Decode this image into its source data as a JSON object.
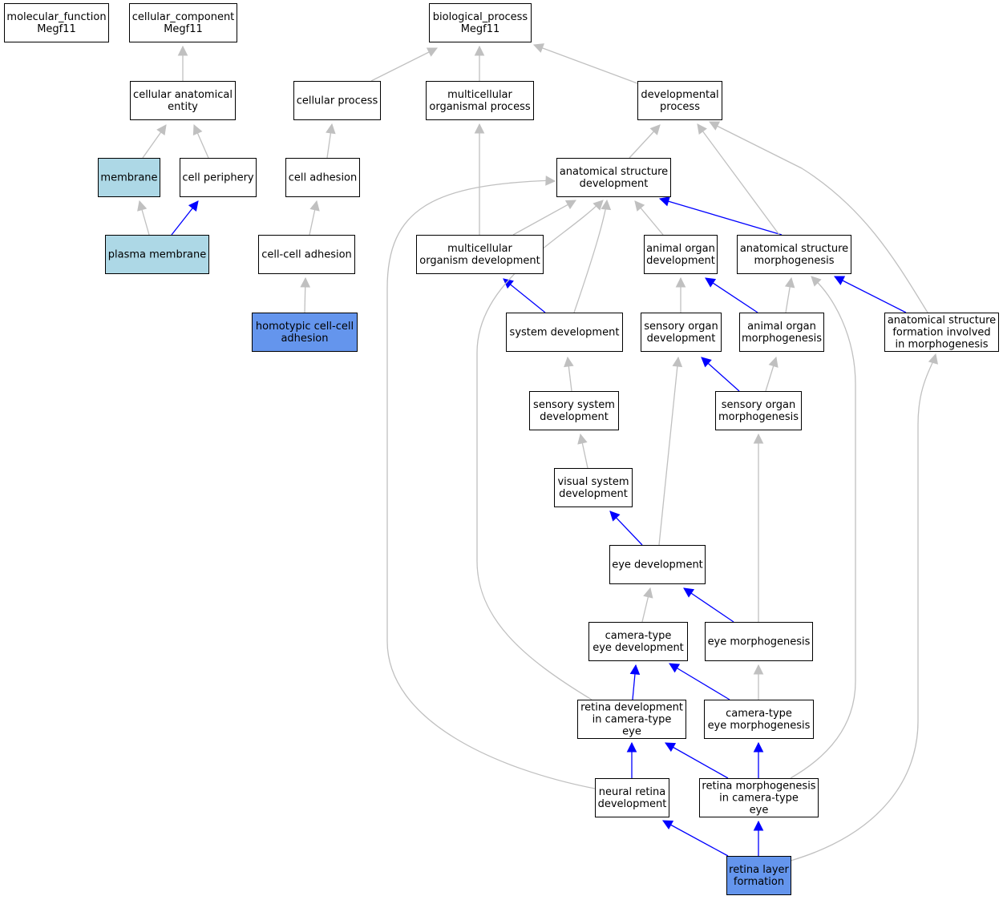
{
  "colors": {
    "node_default": "#ffffff",
    "node_light": "#add8e6",
    "node_highlight": "#6495ed",
    "edge_gray": "#c0c0c0",
    "edge_blue": "#0000ff"
  },
  "nodes": [
    {
      "id": "mf",
      "lines": [
        "molecular_function",
        "Megf11"
      ],
      "fill": "default"
    },
    {
      "id": "cc",
      "lines": [
        "cellular_component",
        "Megf11"
      ],
      "fill": "default"
    },
    {
      "id": "bp",
      "lines": [
        "biological_process",
        "Megf11"
      ],
      "fill": "default"
    },
    {
      "id": "cae",
      "lines": [
        "cellular anatomical",
        "entity"
      ],
      "fill": "default"
    },
    {
      "id": "cp",
      "lines": [
        "cellular process"
      ],
      "fill": "default"
    },
    {
      "id": "mop",
      "lines": [
        "multicellular",
        "organismal process"
      ],
      "fill": "default"
    },
    {
      "id": "dp",
      "lines": [
        "developmental",
        "process"
      ],
      "fill": "default"
    },
    {
      "id": "mem",
      "lines": [
        "membrane"
      ],
      "fill": "light"
    },
    {
      "id": "cper",
      "lines": [
        "cell periphery"
      ],
      "fill": "default"
    },
    {
      "id": "cadh",
      "lines": [
        "cell adhesion"
      ],
      "fill": "default"
    },
    {
      "id": "asd",
      "lines": [
        "anatomical structure",
        "development"
      ],
      "fill": "default"
    },
    {
      "id": "pm",
      "lines": [
        "plasma membrane"
      ],
      "fill": "light"
    },
    {
      "id": "ccadh",
      "lines": [
        "cell-cell adhesion"
      ],
      "fill": "default"
    },
    {
      "id": "mod",
      "lines": [
        "multicellular",
        "organism development"
      ],
      "fill": "default"
    },
    {
      "id": "aod",
      "lines": [
        "animal organ",
        "development"
      ],
      "fill": "default"
    },
    {
      "id": "asm",
      "lines": [
        "anatomical structure",
        "morphogenesis"
      ],
      "fill": "default"
    },
    {
      "id": "hcca",
      "lines": [
        "homotypic cell-cell",
        "adhesion"
      ],
      "fill": "highlight"
    },
    {
      "id": "sd",
      "lines": [
        "system development"
      ],
      "fill": "default"
    },
    {
      "id": "sod",
      "lines": [
        "sensory organ",
        "development"
      ],
      "fill": "default"
    },
    {
      "id": "aom",
      "lines": [
        "animal organ",
        "morphogenesis"
      ],
      "fill": "default"
    },
    {
      "id": "asf",
      "lines": [
        "anatomical structure",
        "formation involved",
        "in morphogenesis"
      ],
      "fill": "default"
    },
    {
      "id": "ssd",
      "lines": [
        "sensory system",
        "development"
      ],
      "fill": "default"
    },
    {
      "id": "som",
      "lines": [
        "sensory organ",
        "morphogenesis"
      ],
      "fill": "default"
    },
    {
      "id": "vsd",
      "lines": [
        "visual system",
        "development"
      ],
      "fill": "default"
    },
    {
      "id": "ed",
      "lines": [
        "eye development"
      ],
      "fill": "default"
    },
    {
      "id": "ced",
      "lines": [
        "camera-type",
        "eye development"
      ],
      "fill": "default"
    },
    {
      "id": "em",
      "lines": [
        "eye morphogenesis"
      ],
      "fill": "default"
    },
    {
      "id": "rdc",
      "lines": [
        "retina development",
        "in camera-type",
        "eye"
      ],
      "fill": "default"
    },
    {
      "id": "cem",
      "lines": [
        "camera-type",
        "eye morphogenesis"
      ],
      "fill": "default"
    },
    {
      "id": "nrd",
      "lines": [
        "neural retina",
        "development"
      ],
      "fill": "default"
    },
    {
      "id": "rmc",
      "lines": [
        "retina morphogenesis",
        "in camera-type",
        "eye"
      ],
      "fill": "default"
    },
    {
      "id": "rlf",
      "lines": [
        "retina layer",
        "formation"
      ],
      "fill": "highlight"
    }
  ],
  "edges": [
    {
      "from": "cae",
      "to": "cc",
      "color": "gray"
    },
    {
      "from": "cp",
      "to": "bp",
      "color": "gray"
    },
    {
      "from": "mop",
      "to": "bp",
      "color": "gray"
    },
    {
      "from": "dp",
      "to": "bp",
      "color": "gray"
    },
    {
      "from": "mem",
      "to": "cae",
      "color": "gray"
    },
    {
      "from": "cper",
      "to": "cae",
      "color": "gray"
    },
    {
      "from": "pm",
      "to": "mem",
      "color": "gray"
    },
    {
      "from": "pm",
      "to": "cper",
      "color": "blue"
    },
    {
      "from": "cadh",
      "to": "cp",
      "color": "gray"
    },
    {
      "from": "ccadh",
      "to": "cadh",
      "color": "gray"
    },
    {
      "from": "hcca",
      "to": "ccadh",
      "color": "gray"
    },
    {
      "from": "asd",
      "to": "dp",
      "color": "gray"
    },
    {
      "from": "mod",
      "to": "mop",
      "color": "gray"
    },
    {
      "from": "mod",
      "to": "asd",
      "color": "gray"
    },
    {
      "from": "aod",
      "to": "asd",
      "color": "gray"
    },
    {
      "from": "asm",
      "to": "asd",
      "color": "blue"
    },
    {
      "from": "asm",
      "to": "dp",
      "color": "gray"
    },
    {
      "from": "asf",
      "to": "dp",
      "color": "gray"
    },
    {
      "from": "sd",
      "to": "mod",
      "color": "blue"
    },
    {
      "from": "sd",
      "to": "asd",
      "color": "gray"
    },
    {
      "from": "sod",
      "to": "aod",
      "color": "gray"
    },
    {
      "from": "aom",
      "to": "aod",
      "color": "blue"
    },
    {
      "from": "aom",
      "to": "asm",
      "color": "gray"
    },
    {
      "from": "asf",
      "to": "asm",
      "color": "blue"
    },
    {
      "from": "ssd",
      "to": "sd",
      "color": "gray"
    },
    {
      "from": "som",
      "to": "sod",
      "color": "blue"
    },
    {
      "from": "som",
      "to": "aom",
      "color": "gray"
    },
    {
      "from": "vsd",
      "to": "ssd",
      "color": "gray"
    },
    {
      "from": "ed",
      "to": "vsd",
      "color": "blue"
    },
    {
      "from": "ed",
      "to": "sod",
      "color": "gray"
    },
    {
      "from": "ced",
      "to": "ed",
      "color": "gray"
    },
    {
      "from": "em",
      "to": "ed",
      "color": "blue"
    },
    {
      "from": "em",
      "to": "som",
      "color": "gray"
    },
    {
      "from": "rdc",
      "to": "ced",
      "color": "blue"
    },
    {
      "from": "rdc",
      "to": "asd",
      "color": "gray"
    },
    {
      "from": "cem",
      "to": "ced",
      "color": "blue"
    },
    {
      "from": "cem",
      "to": "em",
      "color": "gray"
    },
    {
      "from": "nrd",
      "to": "rdc",
      "color": "blue"
    },
    {
      "from": "nrd",
      "to": "asd",
      "color": "gray"
    },
    {
      "from": "rmc",
      "to": "rdc",
      "color": "blue"
    },
    {
      "from": "rmc",
      "to": "cem",
      "color": "blue"
    },
    {
      "from": "rmc",
      "to": "asm",
      "color": "gray"
    },
    {
      "from": "rlf",
      "to": "nrd",
      "color": "blue"
    },
    {
      "from": "rlf",
      "to": "rmc",
      "color": "blue"
    },
    {
      "from": "rlf",
      "to": "asf",
      "color": "gray"
    }
  ]
}
